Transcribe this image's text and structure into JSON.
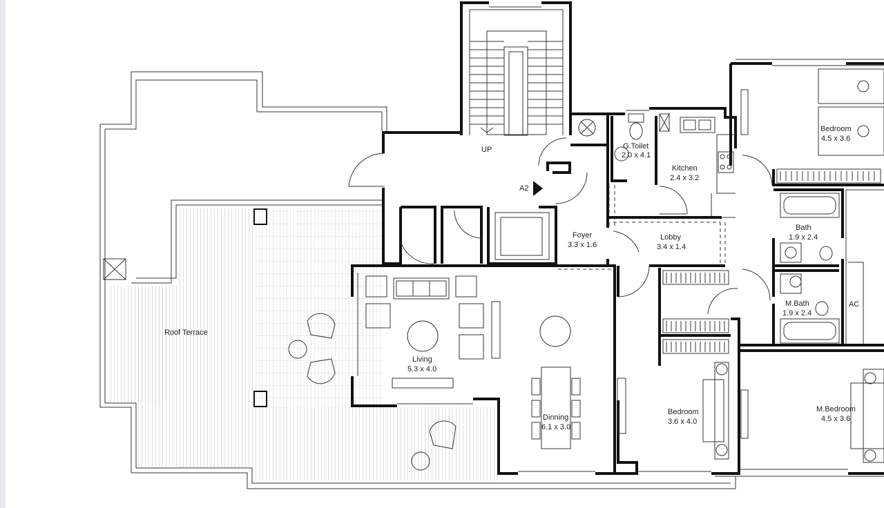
{
  "rooms": [
    {
      "name": "Roof Terrace",
      "size": ""
    },
    {
      "name": "UP",
      "size": ""
    },
    {
      "name": "A2",
      "size": ""
    },
    {
      "name": "G.Toilet",
      "size": "2.0 x 4.1"
    },
    {
      "name": "Kitchen",
      "size": "2.4 x 3.2"
    },
    {
      "name": "Foyer",
      "size": "3.3 x 1.6"
    },
    {
      "name": "Lobby",
      "size": "3.4 x 1.4"
    },
    {
      "name": "Living",
      "size": "5.3 x 4.0"
    },
    {
      "name": "Dinning",
      "size": "6.1 x 3.0"
    },
    {
      "name": "Bedroom",
      "size": "4.5 x 3.6"
    },
    {
      "name": "Bath",
      "size": "1.9 x 2.4"
    },
    {
      "name": "M.Bath",
      "size": "1.9 x 2.4"
    },
    {
      "name": "AC",
      "size": ""
    },
    {
      "name": "Bedroom",
      "size": "3.6 x 4.0"
    },
    {
      "name": "M.Bedroom",
      "size": "4.5 x 3.6"
    }
  ]
}
